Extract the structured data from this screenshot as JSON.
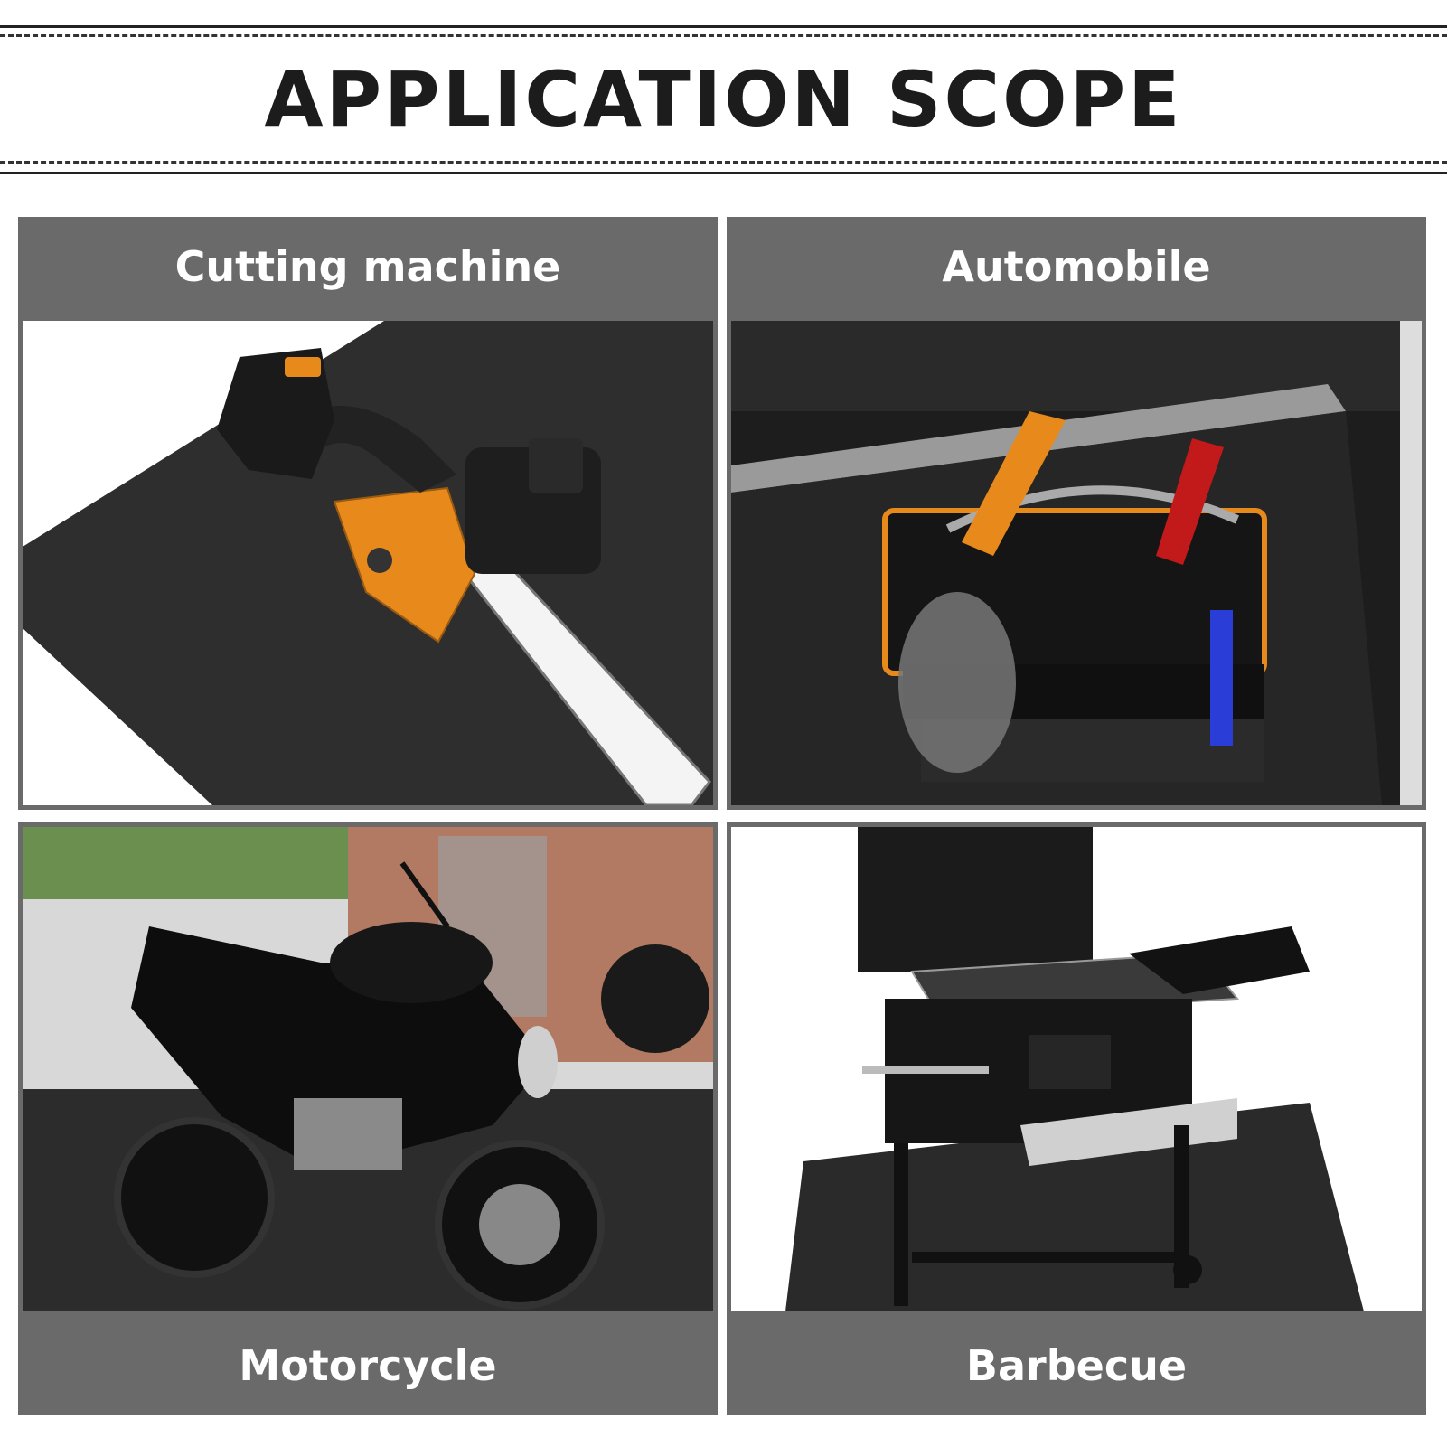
{
  "header": {
    "title": "APPLICATION SCOPE"
  },
  "panels": [
    {
      "label": "Cutting machine",
      "scene": "chainsaw-on-mat"
    },
    {
      "label": "Automobile",
      "scene": "toolbag-in-car-trunk"
    },
    {
      "label": "Motorcycle",
      "scene": "motorcycle-on-mat"
    },
    {
      "label": "Barbecue",
      "scene": "grill-on-mat"
    }
  ],
  "colors": {
    "panel_bg": "#6a6a6a",
    "label_text": "#ffffff",
    "title_text": "#1c1c1c",
    "accent_orange": "#e8891c"
  }
}
